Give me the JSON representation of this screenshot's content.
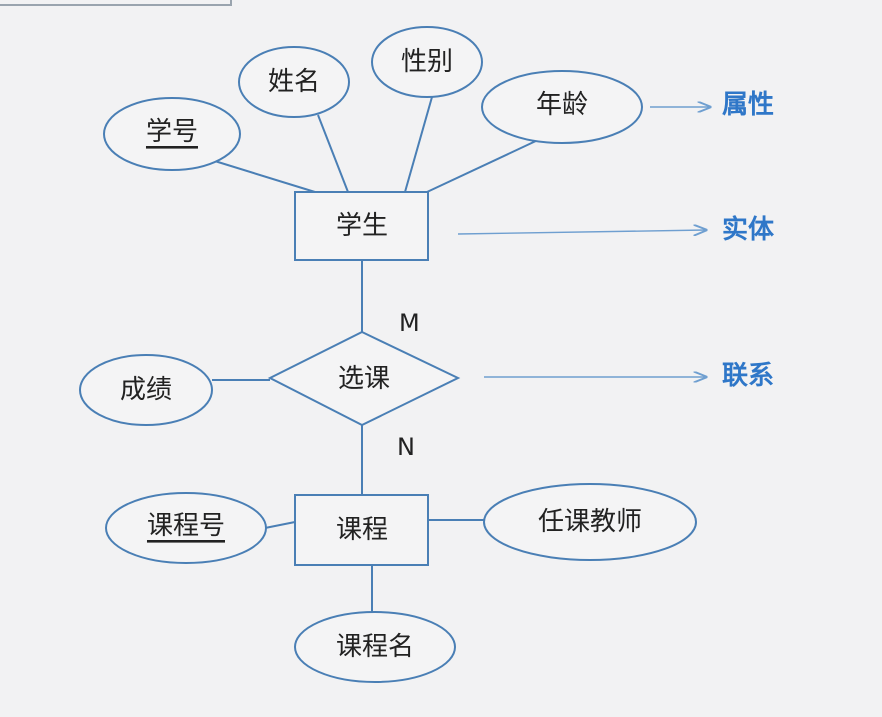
{
  "diagram": {
    "entities": {
      "student": "学生",
      "course": "课程"
    },
    "relationship": {
      "label": "选课",
      "cardinality_top": "M",
      "cardinality_bottom": "N"
    },
    "attributes": {
      "student_id": "学号",
      "name": "姓名",
      "gender": "性别",
      "age": "年龄",
      "grade": "成绩",
      "course_id": "课程号",
      "teacher": "任课教师",
      "course_name": "课程名"
    },
    "legend": {
      "attribute": "属性",
      "entity": "实体",
      "relationship": "联系"
    },
    "colors": {
      "shape_stroke": "#4a7fb5",
      "line": "#4a7fb5",
      "legend_text": "#2f77c8",
      "arrow": "#6f9fd0",
      "text": "#222222",
      "background": "#f2f2f3"
    }
  }
}
